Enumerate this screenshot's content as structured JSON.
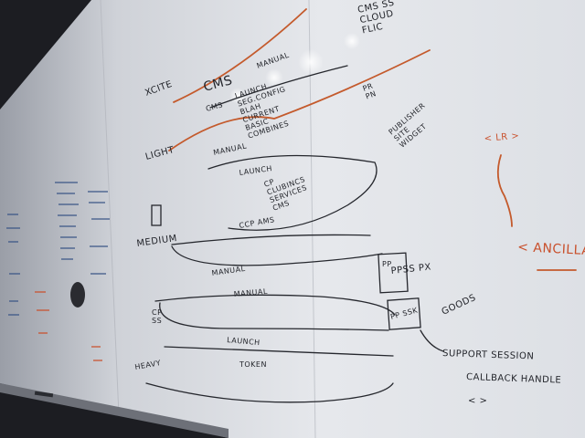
{
  "scene": {
    "subject": "whiteboard",
    "bg_color": "#1c1d22",
    "board_color": "#e6e8ec",
    "ink_colors": {
      "black": "#23252b",
      "red": "#c9502c",
      "blue": "#36507c"
    }
  },
  "writing": {
    "top_right": "CMS SS\nCLOUD\nFLIC",
    "xcite": "XCITE",
    "cms": "CMS",
    "manual_top": "MANUAL",
    "launch_block": "LAUNCH\nSEG.CONFIG\nBLAH\nCURRENT\nBASIC\nCOMBINES",
    "cms_note": "CMS",
    "pr": "PR\nPN",
    "publisher": "PUBLISHER\nSITE\nWIDGET",
    "lr": "< LR >",
    "light": "LIGHT",
    "manual_mid": "MANUAL",
    "launch_mid": "LAUNCH",
    "cp_block": "CP\nCLUBINCS\nSERVICES\nCMS",
    "ccp_ams": "CCP AMS",
    "medium": "MEDIUM",
    "manual_lower": "MANUAL",
    "pp": "PP",
    "ppss": "PPSS PX",
    "manual_low2": "MANUAL",
    "cp_ss": "CP\nSS",
    "pp_ssk": "PP SSK",
    "goods": "GOODS",
    "launch_low": "LAUNCH",
    "heavy": "HEAVY",
    "token": "TOKEN",
    "ancillary": "< ANCILLA",
    "support": "SUPPORT SESSION",
    "callback": "CALLBACK HANDLE",
    "brackets": "<   >"
  }
}
